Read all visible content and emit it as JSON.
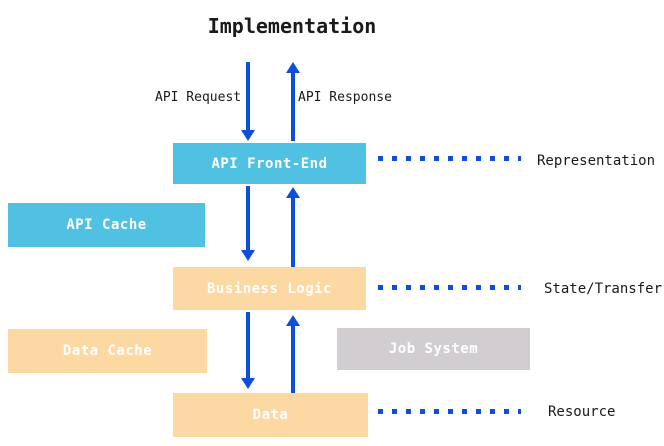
{
  "title": "Implementation",
  "flow_labels": {
    "request": "API Request",
    "response": "API Response"
  },
  "layers": [
    {
      "label": "API Front-End",
      "annotation": "Representation"
    },
    {
      "label": "Business Logic",
      "annotation": "State/Transfer"
    },
    {
      "label": "Data",
      "annotation": "Resource"
    }
  ],
  "side_boxes": [
    {
      "label": "API Cache"
    },
    {
      "label": "Data Cache"
    },
    {
      "label": "Job System"
    }
  ],
  "colors": {
    "cyan_box": "#50C1E3",
    "peach_box": "#FCD8A3",
    "gray_box": "#D1CDD1",
    "arrow_blue": "#0D4EDB",
    "box_text": "#FFFFFF",
    "label_text": "#1A1A1A"
  }
}
